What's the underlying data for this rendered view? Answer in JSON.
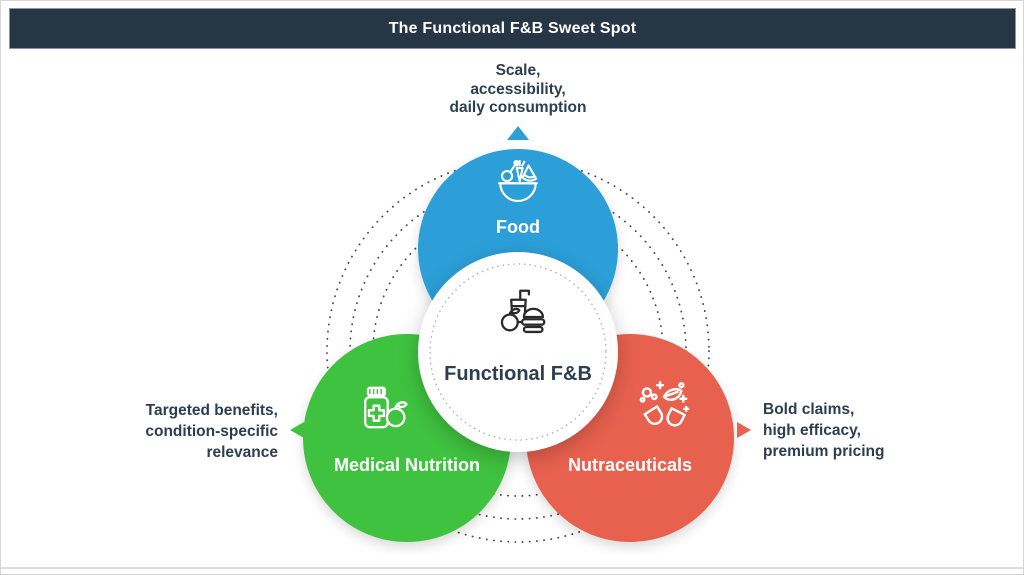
{
  "header": {
    "title": "The Functional F&B Sweet Spot"
  },
  "center_circle": {
    "line1": "Functional",
    "line2": "F&B",
    "icon": "drink-burger-apple-icon"
  },
  "circles": {
    "food": {
      "label": "Food",
      "icon": "food-bowl-icon",
      "color": "#2C9FD8"
    },
    "medical": {
      "label": "Medical Nutrition",
      "icon": "pill-bottle-apple-icon",
      "color": "#3FC23F"
    },
    "nutraceuticals": {
      "label": "Nutraceuticals",
      "icon": "capsules-leaf-icon",
      "color": "#E8614E"
    }
  },
  "annotations": {
    "top": {
      "lines": [
        "Scale,",
        "accessibility,",
        "daily consumption"
      ],
      "pointer": "up",
      "pointer_color": "#2C9FD8"
    },
    "left": {
      "lines": [
        "Targeted benefits,",
        "condition-specific",
        "relevance"
      ],
      "pointer": "left",
      "pointer_color": "#3FC23F"
    },
    "right": {
      "lines": [
        "Bold claims,",
        "high efficacy,",
        "premium pricing"
      ],
      "pointer": "right",
      "pointer_color": "#E8614E"
    }
  },
  "colors": {
    "header_bg": "#263645",
    "text_navy": "#2C3E50",
    "blue": "#2C9FD8",
    "green": "#3FC23F",
    "red": "#E8614E",
    "ring_dots": "#4a4a4a"
  }
}
